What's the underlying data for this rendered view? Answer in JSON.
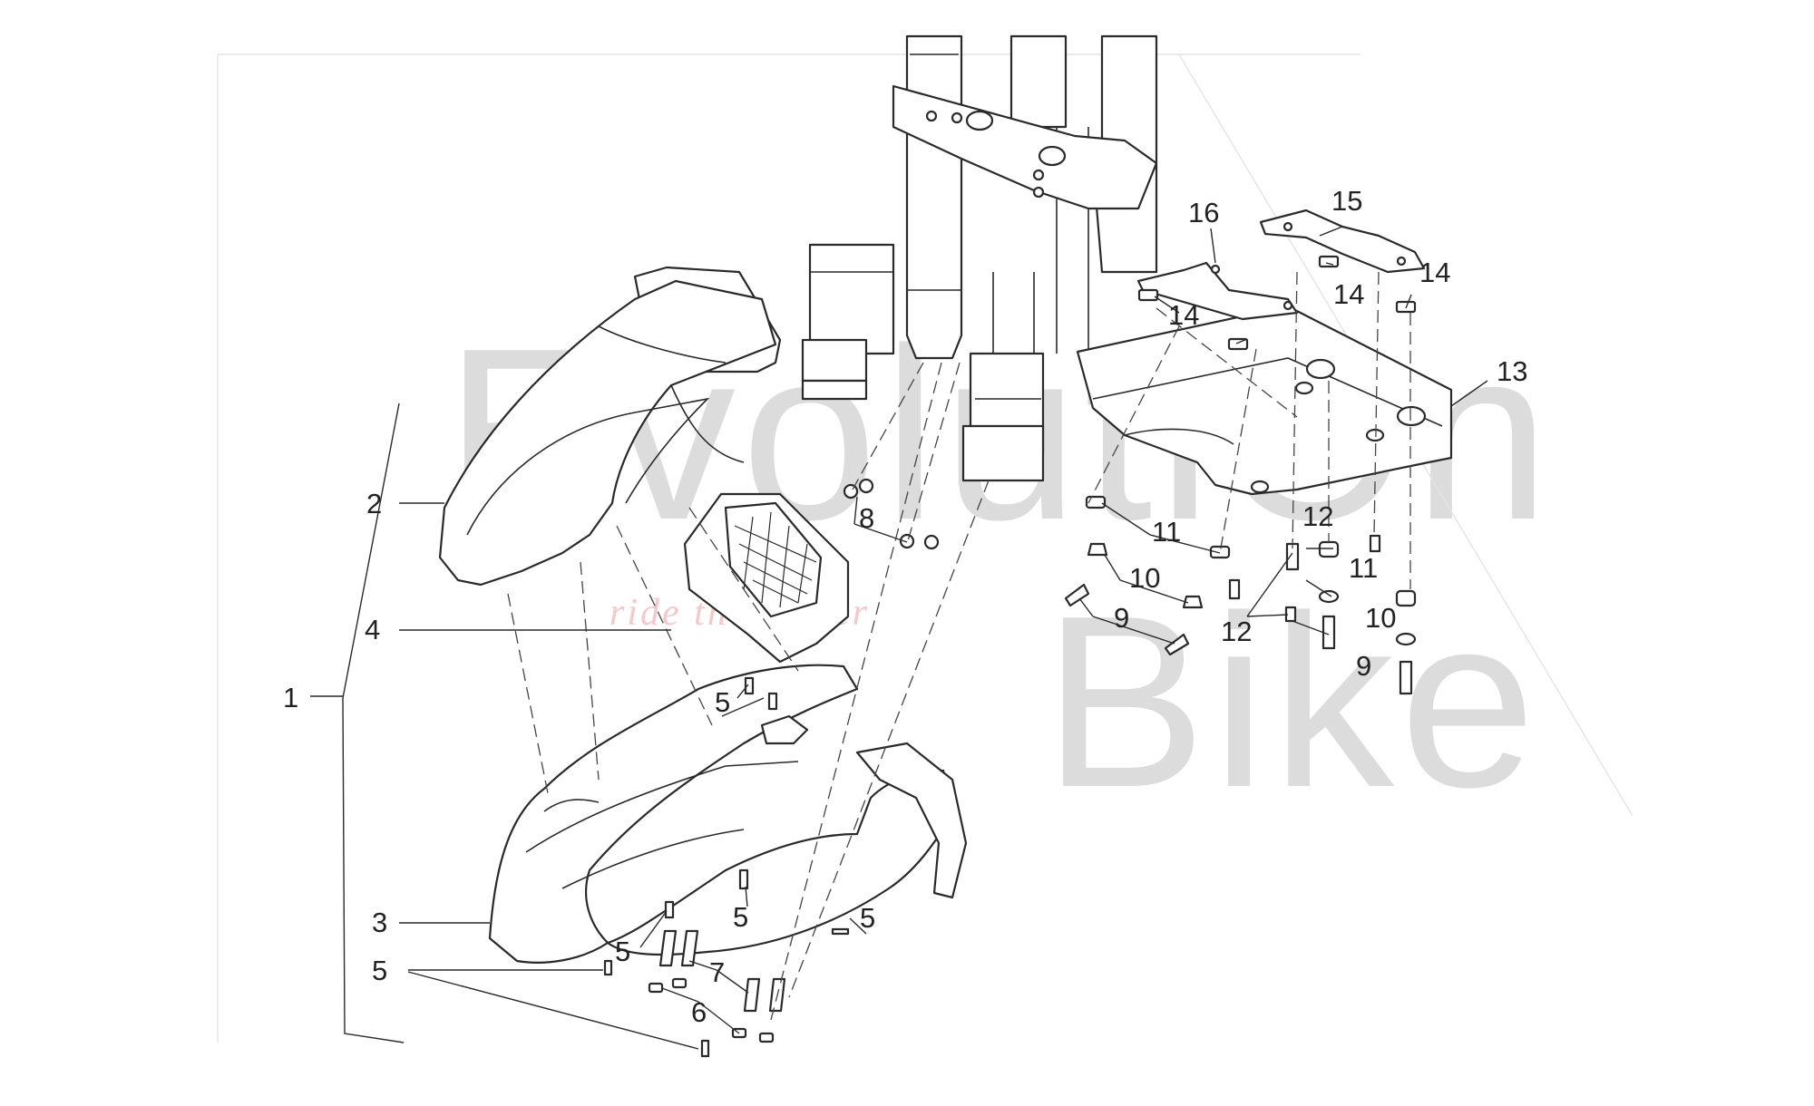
{
  "watermark": {
    "brand_top": "EvolutiOn",
    "brand_bottom": "Bike",
    "tagline": "ride the power"
  },
  "callouts": [
    {
      "id": "c1a",
      "label": "1"
    },
    {
      "id": "c2",
      "label": "2"
    },
    {
      "id": "c3",
      "label": "3"
    },
    {
      "id": "c4",
      "label": "4"
    },
    {
      "id": "c5a",
      "label": "5"
    },
    {
      "id": "c5b",
      "label": "5"
    },
    {
      "id": "c5c",
      "label": "5"
    },
    {
      "id": "c5d",
      "label": "5"
    },
    {
      "id": "c5e",
      "label": "5"
    },
    {
      "id": "c6",
      "label": "6"
    },
    {
      "id": "c7",
      "label": "7"
    },
    {
      "id": "c8",
      "label": "8"
    },
    {
      "id": "c9a",
      "label": "9"
    },
    {
      "id": "c9b",
      "label": "9"
    },
    {
      "id": "c10a",
      "label": "10"
    },
    {
      "id": "c10b",
      "label": "10"
    },
    {
      "id": "c11a",
      "label": "11"
    },
    {
      "id": "c11b",
      "label": "11"
    },
    {
      "id": "c12a",
      "label": "12"
    },
    {
      "id": "c12b",
      "label": "12"
    },
    {
      "id": "c13",
      "label": "13"
    },
    {
      "id": "c14a",
      "label": "14"
    },
    {
      "id": "c14b",
      "label": "14"
    },
    {
      "id": "c14c",
      "label": "14"
    },
    {
      "id": "c15",
      "label": "15"
    },
    {
      "id": "c16",
      "label": "16"
    }
  ]
}
